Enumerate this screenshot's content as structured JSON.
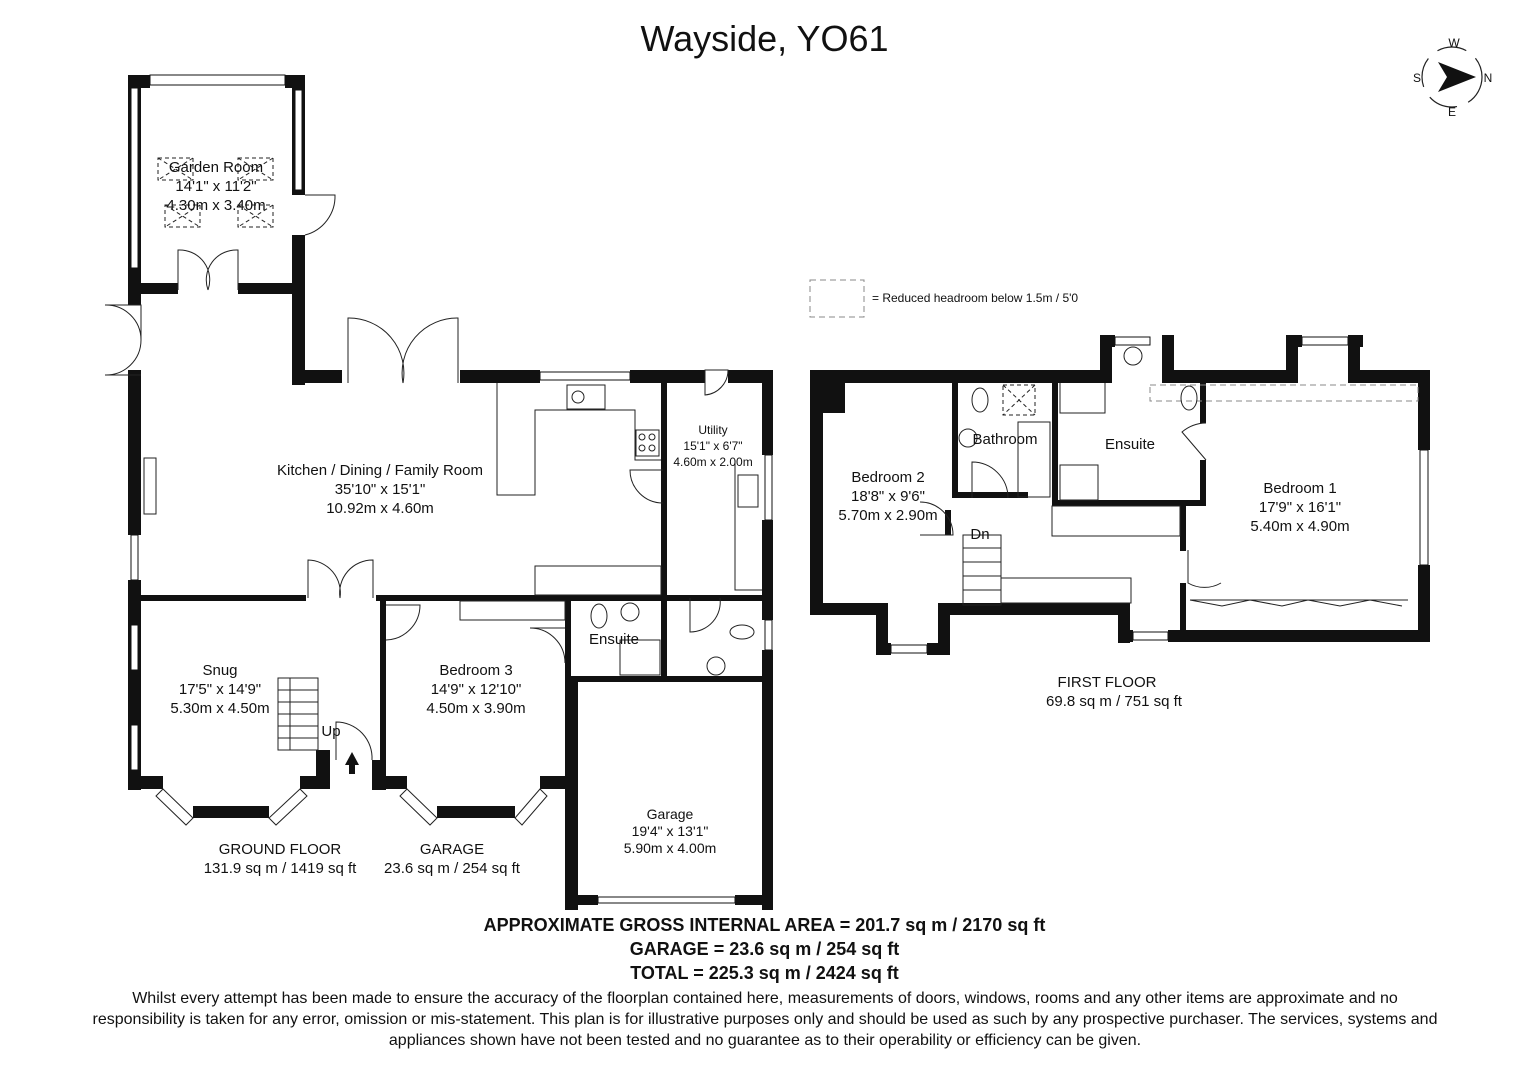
{
  "title": "Wayside, YO61",
  "compass": {
    "n": "N",
    "s": "S",
    "e": "E",
    "w": "W"
  },
  "legend": {
    "text": "= Reduced headroom below 1.5m / 5'0"
  },
  "ground_floor": {
    "rooms": [
      {
        "name": "Garden Room",
        "imperial": "14'1\" x 11'2\"",
        "metric": "4.30m x 3.40m"
      },
      {
        "name": "Kitchen / Dining / Family Room",
        "imperial": "35'10\" x 15'1\"",
        "metric": "10.92m x 4.60m"
      },
      {
        "name": "Utility",
        "imperial": "15'1\" x 6'7\"",
        "metric": "4.60m x 2.00m"
      },
      {
        "name": "Snug",
        "imperial": "17'5\" x 14'9\"",
        "metric": "5.30m x 4.50m"
      },
      {
        "name": "Bedroom 3",
        "imperial": "14'9\" x 12'10\"",
        "metric": "4.50m x 3.90m"
      },
      {
        "name": "Ensuite"
      },
      {
        "name": "Garage",
        "imperial": "19'4\" x 13'1\"",
        "metric": "5.90m x 4.00m"
      }
    ],
    "up_label": "Up",
    "label": "GROUND FLOOR",
    "area": "131.9 sq m / 1419 sq ft"
  },
  "garage_area": {
    "label": "GARAGE",
    "area": "23.6 sq m / 254 sq ft"
  },
  "first_floor": {
    "rooms": [
      {
        "name": "Bedroom 2",
        "imperial": "18'8\" x 9'6\"",
        "metric": "5.70m x 2.90m"
      },
      {
        "name": "Bathroom"
      },
      {
        "name": "Ensuite"
      },
      {
        "name": "Bedroom 1",
        "imperial": "17'9\" x 16'1\"",
        "metric": "5.40m x 4.90m"
      }
    ],
    "dn_label": "Dn",
    "label": "FIRST FLOOR",
    "area": "69.8 sq m / 751 sq ft"
  },
  "totals": {
    "gia": "APPROXIMATE GROSS INTERNAL AREA = 201.7 sq m / 2170 sq ft",
    "garage": "GARAGE = 23.6 sq m / 254 sq ft",
    "total": "TOTAL = 225.3 sq m / 2424 sq ft"
  },
  "disclaimer": "Whilst every attempt has been made to ensure the accuracy of the floorplan contained here, measurements of doors, windows, rooms and any other items are approximate and no responsibility is taken for any error, omission or mis-statement. This plan is for illustrative purposes only and should be used as such by any prospective purchaser. The services, systems and appliances shown have not been tested and no guarantee as to their operability or efficiency can be given."
}
